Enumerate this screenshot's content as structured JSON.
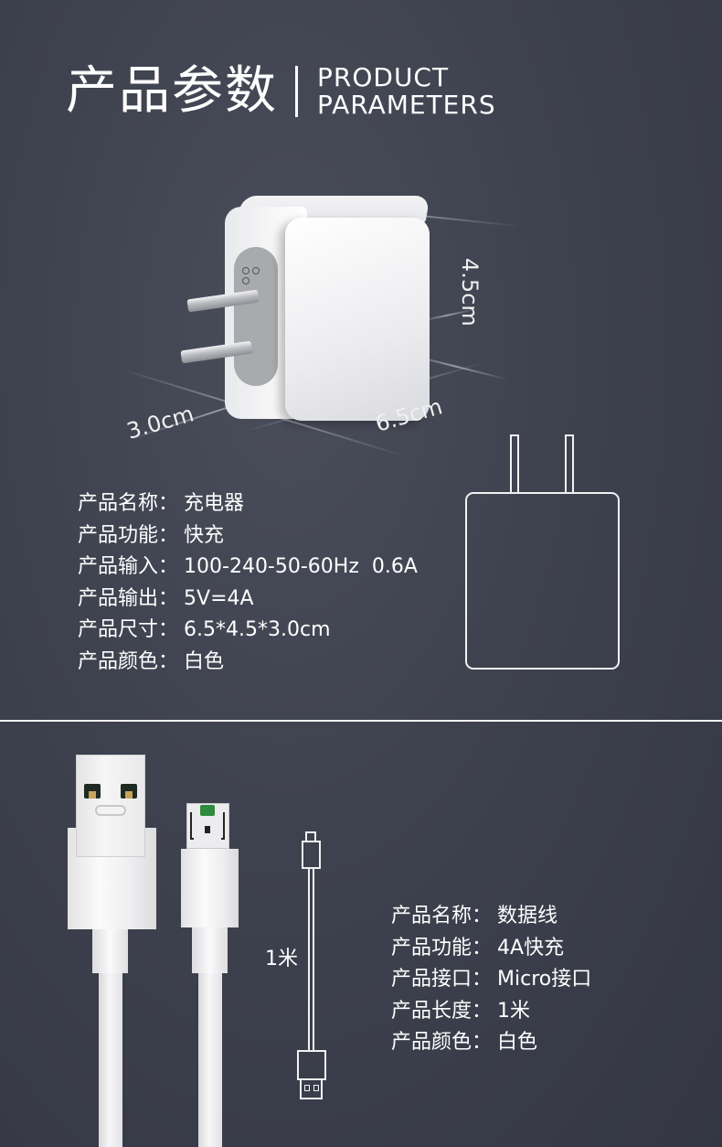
{
  "header": {
    "title_cn": "产品参数",
    "title_en_line1": "PRODUCT",
    "title_en_line2": "PARAMETERS"
  },
  "charger": {
    "dimensions": {
      "height": "4.5cm",
      "width": "6.5cm",
      "depth": "3.0cm"
    },
    "specs": [
      {
        "key": "产品名称：",
        "value": "充电器"
      },
      {
        "key": "产品功能：",
        "value": "快充"
      },
      {
        "key": "产品输入：",
        "value": "100-240-50-60Hz  0.6A"
      },
      {
        "key": "产品输出：",
        "value": "5V=4A"
      },
      {
        "key": "产品尺寸：",
        "value": "6.5*4.5*3.0cm"
      },
      {
        "key": "产品颜色：",
        "value": "白色"
      }
    ],
    "icons": [
      "charger-photo",
      "charger-outline-icon"
    ]
  },
  "cable": {
    "length_label": "1米",
    "specs": [
      {
        "key": "产品名称：",
        "value": "数据线"
      },
      {
        "key": "产品功能：",
        "value": "4A快充"
      },
      {
        "key": "产品接口：",
        "value": "Micro接口"
      },
      {
        "key": "产品长度：",
        "value": "1米"
      },
      {
        "key": "产品颜色：",
        "value": "白色"
      }
    ],
    "icons": [
      "usb-a-connector",
      "micro-usb-connector",
      "cable-outline-icon"
    ]
  },
  "colors": {
    "background": "#3d404d",
    "text": "#ffffff",
    "product_white": "#f4f4f6",
    "plate_gray": "#a9aaad",
    "micro_chip_green": "#2e8b3c"
  }
}
